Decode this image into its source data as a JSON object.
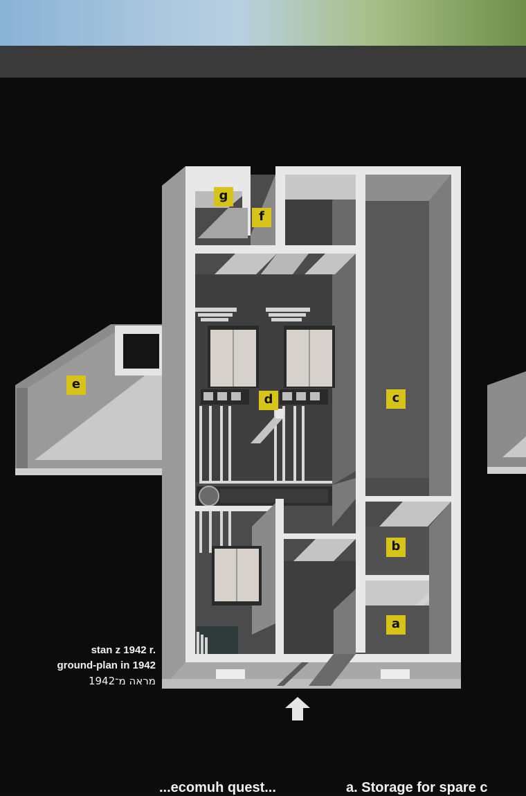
{
  "labels": {
    "a": "a",
    "b": "b",
    "c": "c",
    "d": "d",
    "e": "e",
    "f": "f",
    "g": "g"
  },
  "caption": {
    "line1": "stan z 1942 r.",
    "line2": "ground-plan in 1942",
    "line3": "מראה מ־1942"
  },
  "footer": {
    "left": "...ecomuh quest...",
    "right": "a. Storage for spare c"
  },
  "colors": {
    "board": "#0c0c0c",
    "wall_light": "#e8e8e8",
    "floor_dark": "#4a4a4a",
    "wall_side": "#8c8c8c",
    "label_bg": "#d8c318"
  }
}
